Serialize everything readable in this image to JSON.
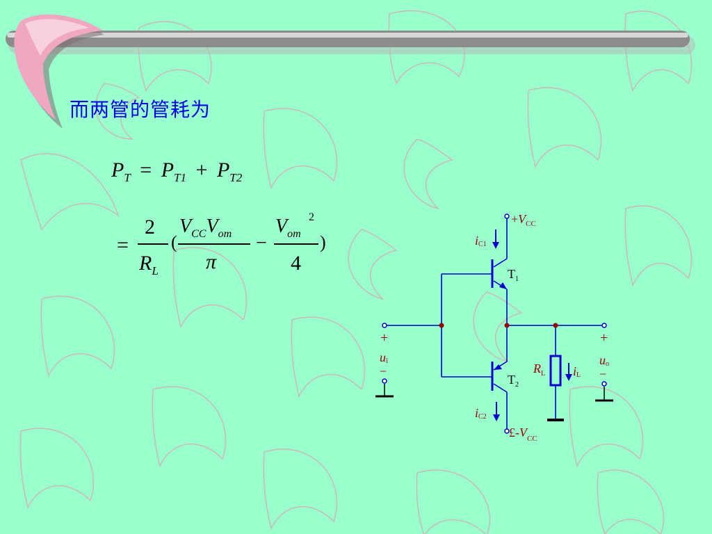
{
  "slide": {
    "title": "而两管的管耗为"
  },
  "formula": {
    "line1": {
      "lhs_P": "P",
      "lhs_sub": "T",
      "eq": "=",
      "t1_P": "P",
      "t1_sub": "T1",
      "plus": "+",
      "t2_P": "P",
      "t2_sub": "T2"
    },
    "line2": {
      "eq": "=",
      "coef_num": "2",
      "coef_den_R": "R",
      "coef_den_sub": "L",
      "open_paren": "(",
      "f1_num_V1": "V",
      "f1_num_V1_sub": "CC",
      "f1_num_V2": "V",
      "f1_num_V2_sub": "om",
      "f1_den": "π",
      "minus": "−",
      "f2_num_V": "V",
      "f2_num_sub": "om",
      "f2_exp": "2",
      "f2_den": "4",
      "close_paren": ")"
    }
  },
  "circuit": {
    "vcc_plus": "+",
    "vcc_V": "V",
    "vcc_sub": "CC",
    "vee_prefix": "£-",
    "vee_V": "V",
    "vee_sub": "CC",
    "ic1_i": "i",
    "ic1_sub": "C1",
    "ic2_i": "i",
    "ic2_sub": "C2",
    "t1_T": "T",
    "t1_sub": "1",
    "t2_T": "T",
    "t2_sub": "2",
    "in_plus": "+",
    "in_minus": "−",
    "ui_u": "u",
    "ui_sub": "i",
    "out_plus": "+",
    "out_minus": "−",
    "uo_u": "u",
    "uo_sub": "o",
    "rl_R": "R",
    "rl_sub": "L",
    "il_i": "i",
    "il_sub": "L"
  },
  "colors": {
    "background": "#99ffcc",
    "title": "#0000ee",
    "wire": "#0000cc",
    "label": "#990000",
    "rod": "#888888",
    "ribbon": "#f2a6c0"
  }
}
